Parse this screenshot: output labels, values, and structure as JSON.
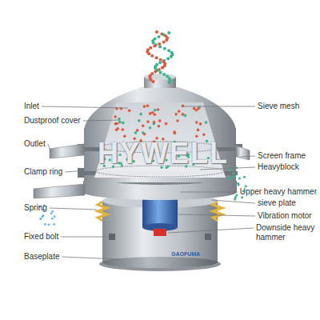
{
  "diagram": {
    "labels": [
      "Inlet",
      "Sieve mesh",
      "Dustproof cover",
      "Outlet",
      "Screen frame",
      "Heavyblock",
      "Clamp ring",
      "Upper heavy hammer",
      "sieve plate",
      "Spring",
      "Vibration motor",
      "Downside heavy hammer",
      "Fixed bolt",
      "Baseplate",
      "HYWELL",
      "GAOFUMA"
    ]
  }
}
